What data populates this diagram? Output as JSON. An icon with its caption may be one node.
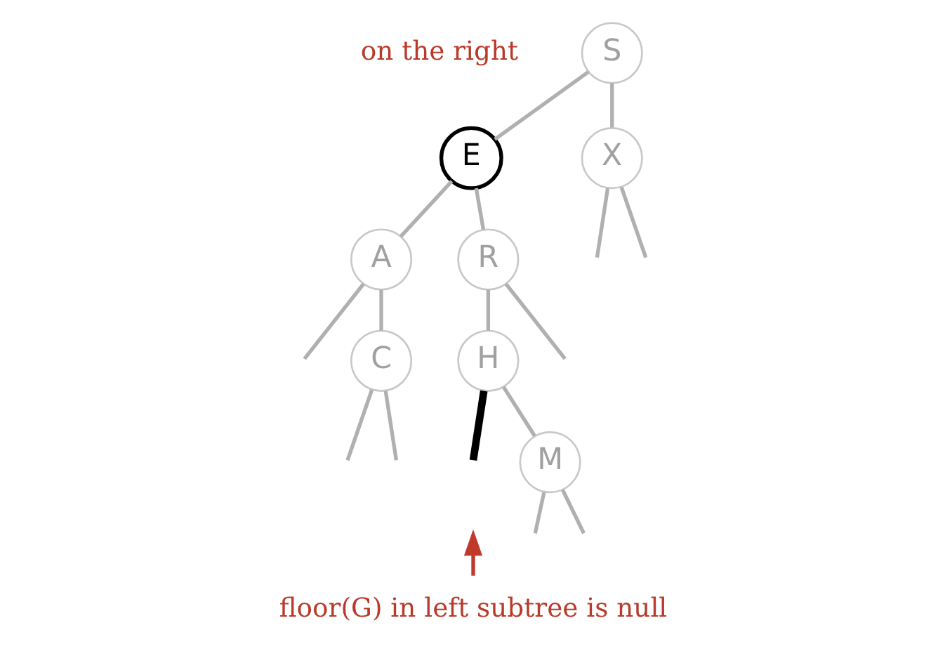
{
  "diagram": {
    "nodes": [
      {
        "text": [
          "S"
        ]
      },
      {
        "text": [
          "E"
        ]
      },
      {
        "text": [
          "X"
        ]
      },
      {
        "text": [
          "A"
        ]
      },
      {
        "text": [
          "R"
        ]
      },
      {
        "text": [
          "C"
        ]
      },
      {
        "text": [
          "H"
        ]
      },
      {
        "text": [
          "M"
        ]
      },
      {
        "text": [
          "floor(G) in left subtree is null"
        ]
      }
    ],
    "edges": [
      {
        "from": 0,
        "to": 1,
        "arrow": "none"
      },
      {
        "from": 0,
        "to": 2,
        "arrow": "none"
      },
      {
        "from": 1,
        "to": 3,
        "arrow": "none"
      },
      {
        "from": 1,
        "to": 4,
        "arrow": "none"
      },
      {
        "from": 3,
        "to": null,
        "arrow": "none"
      },
      {
        "from": 3,
        "to": 5,
        "arrow": "none"
      },
      {
        "from": 5,
        "to": null,
        "arrow": "none"
      },
      {
        "from": 5,
        "to": null,
        "arrow": "none"
      },
      {
        "from": 4,
        "to": 6,
        "arrow": "none"
      },
      {
        "from": 4,
        "to": null,
        "arrow": "none"
      },
      {
        "from": 6,
        "to": null,
        "arrow": "none",
        "style": "thick",
        "color": "#000000"
      },
      {
        "from": 6,
        "to": 7,
        "arrow": "none"
      },
      {
        "from": 7,
        "to": null,
        "arrow": "none"
      },
      {
        "from": 7,
        "to": null,
        "arrow": "none"
      },
      {
        "from": 2,
        "to": null,
        "arrow": "none"
      },
      {
        "from": 2,
        "to": null,
        "arrow": "none"
      },
      {
        "from": 8,
        "to": null,
        "arrow": "to",
        "color": "#c0392b"
      }
    ],
    "labels": [
      "on the right"
    ]
  }
}
